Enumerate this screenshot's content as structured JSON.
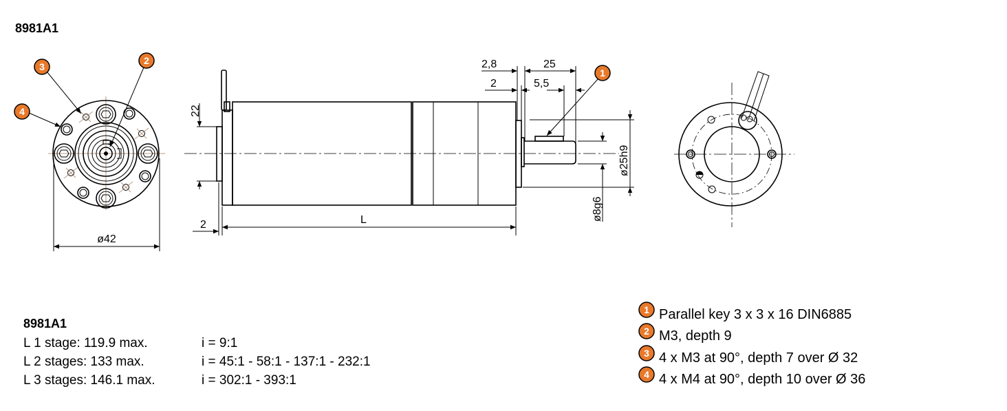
{
  "title": "8981A1",
  "drawing": {
    "dim_diameter_42": "ø42",
    "dim_22": "22",
    "dim_2_bottom": "2",
    "dim_L": "L",
    "dim_2_8": "2,8",
    "dim_25": "25",
    "dim_2_top": "2",
    "dim_5_5": "5,5",
    "dim_25h9": "ø25h9",
    "dim_8g6": "ø8g6",
    "callouts": [
      "1",
      "2",
      "3",
      "4"
    ]
  },
  "specs": {
    "title": "8981A1",
    "rows": [
      {
        "length": "L  1 stage: 119.9 max.",
        "ratio": "i =  9:1"
      },
      {
        "length": "L  2 stages: 133 max.",
        "ratio": "i =  45:1 - 58:1 - 137:1 - 232:1"
      },
      {
        "length": "L  3 stages: 146.1 max.",
        "ratio": "i =  302:1 - 393:1"
      }
    ]
  },
  "legend": [
    {
      "num": "1",
      "text": "Parallel key 3 x 3 x 16 DIN6885"
    },
    {
      "num": "2",
      "text": "M3, depth 9"
    },
    {
      "num": "3",
      "text": "4 x M3 at 90°, depth 7 over Ø 32"
    },
    {
      "num": "4",
      "text": "4 x M4 at 90°, depth 10 over Ø 36"
    }
  ],
  "colors": {
    "callout": "#e8792b"
  }
}
